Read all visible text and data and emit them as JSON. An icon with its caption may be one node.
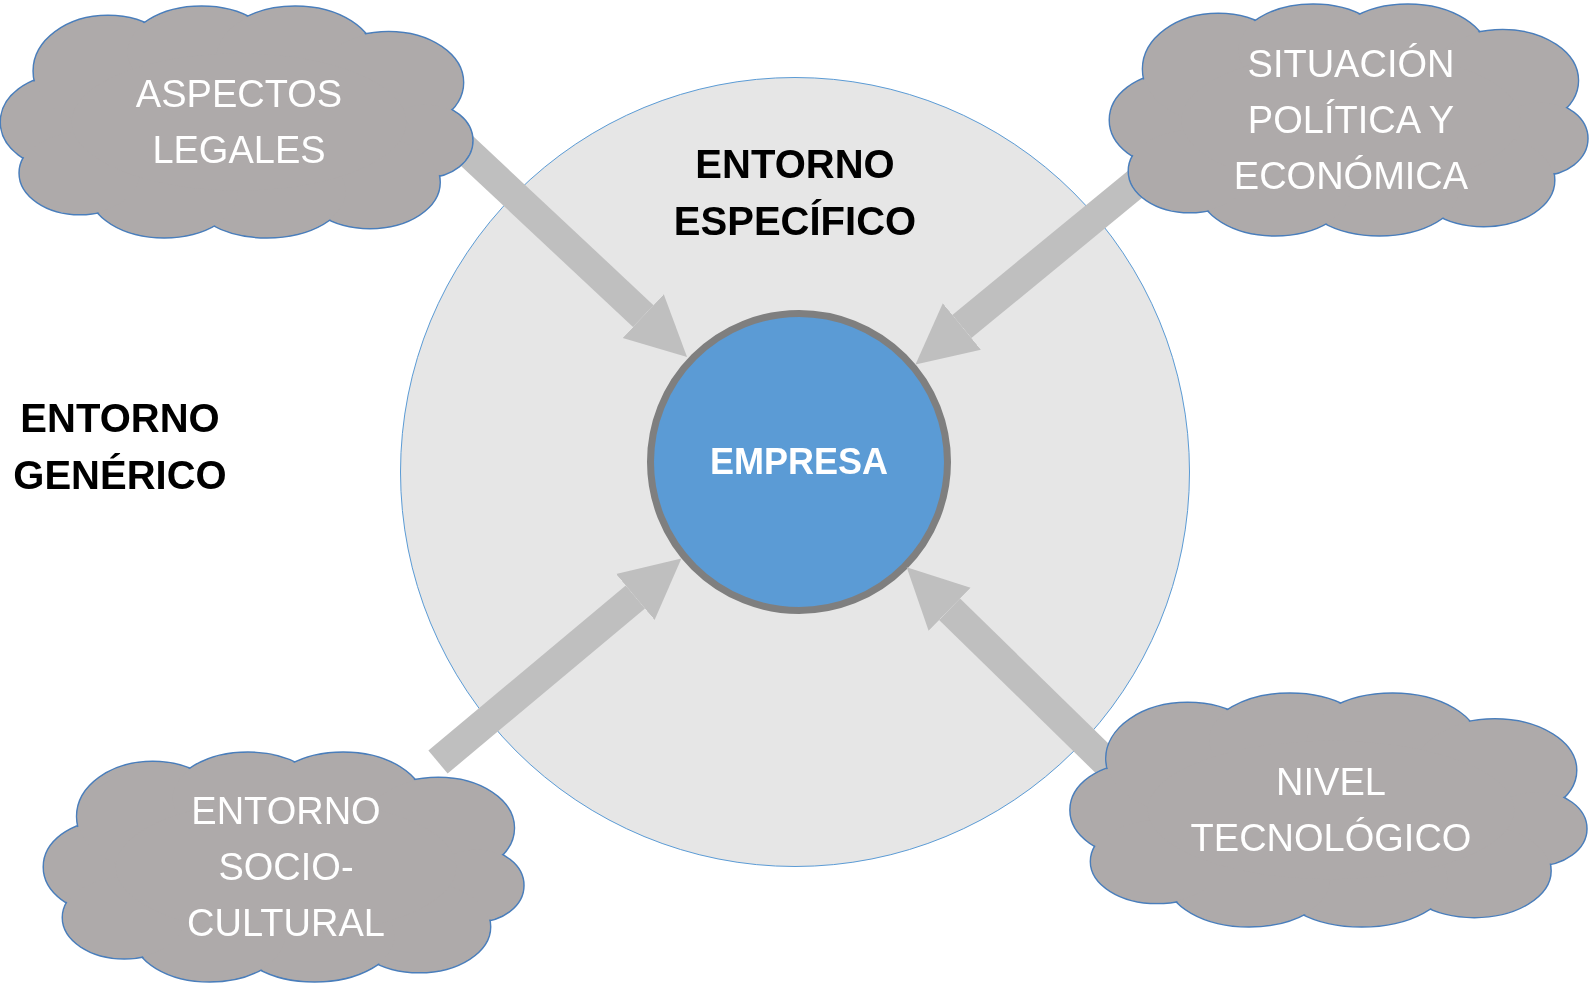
{
  "diagram": {
    "nodes": [
      {
        "text": [
          "ENTORNO ESPECÍFICO"
        ]
      },
      {
        "text": [
          "EMPRESA"
        ],
        "in": 0
      },
      {
        "text": [
          "ASPECTOS LEGALES"
        ]
      },
      {
        "text": [
          "SITUACIÓN POLÍTICA Y ECONÓMICA"
        ]
      },
      {
        "text": [
          "ENTORNO SOCIO-CULTURAL"
        ]
      },
      {
        "text": [
          "NIVEL TECNOLÓGICO"
        ]
      }
    ],
    "edges": [
      {
        "from": 2,
        "to": 1,
        "arrow": "to"
      },
      {
        "from": 3,
        "to": 1,
        "arrow": "to"
      },
      {
        "from": 4,
        "to": 1,
        "arrow": "to"
      },
      {
        "from": 5,
        "to": 1,
        "arrow": "to"
      }
    ],
    "labels": [
      "ENTORNO GENÉRICO"
    ]
  }
}
